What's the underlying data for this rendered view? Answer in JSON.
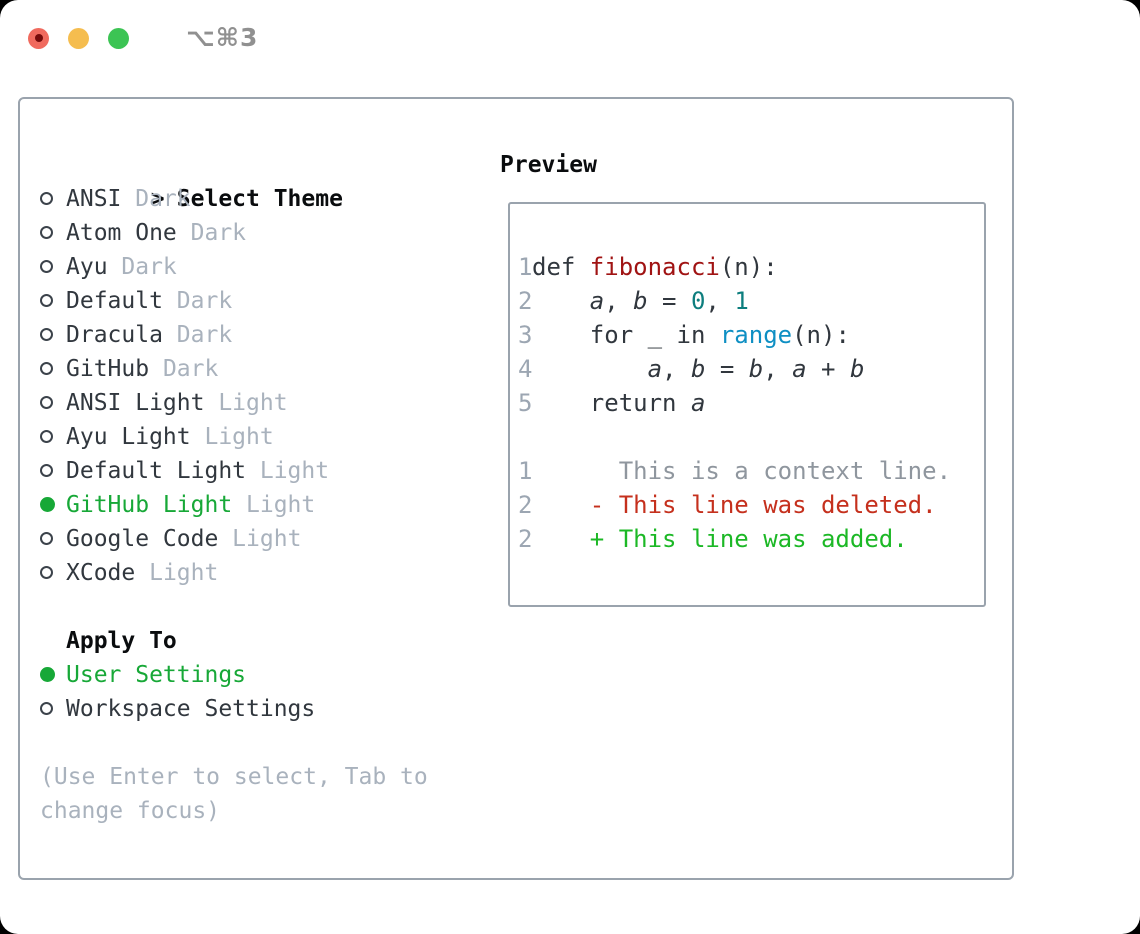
{
  "window": {
    "title": "⌥⌘3",
    "traffic_lights": [
      "close",
      "minimize",
      "zoom"
    ]
  },
  "theme_panel": {
    "prompt": ">",
    "header": "Select Theme",
    "items": [
      {
        "name": "ANSI",
        "variant": "Dark",
        "selected": false
      },
      {
        "name": "Atom One",
        "variant": "Dark",
        "selected": false
      },
      {
        "name": "Ayu",
        "variant": "Dark",
        "selected": false
      },
      {
        "name": "Default",
        "variant": "Dark",
        "selected": false
      },
      {
        "name": "Dracula",
        "variant": "Dark",
        "selected": false
      },
      {
        "name": "GitHub",
        "variant": "Dark",
        "selected": false
      },
      {
        "name": "ANSI Light",
        "variant": "Light",
        "selected": false
      },
      {
        "name": "Ayu Light",
        "variant": "Light",
        "selected": false
      },
      {
        "name": "Default Light",
        "variant": "Light",
        "selected": false
      },
      {
        "name": "GitHub Light",
        "variant": "Light",
        "selected": true
      },
      {
        "name": "Google Code",
        "variant": "Light",
        "selected": false
      },
      {
        "name": "XCode",
        "variant": "Light",
        "selected": false
      }
    ],
    "apply_to": {
      "header": "Apply To",
      "options": [
        {
          "label": "User Settings",
          "selected": true
        },
        {
          "label": "Workspace Settings",
          "selected": false
        }
      ]
    },
    "hint_line1": "(Use Enter to select, Tab to",
    "hint_line2": "change focus)"
  },
  "preview": {
    "header": "Preview",
    "lines": [
      {
        "num": "1",
        "kind": "code",
        "tokens": [
          {
            "t": "def ",
            "c": "plain"
          },
          {
            "t": "fibonacci",
            "c": "fn"
          },
          {
            "t": "(n):",
            "c": "plain"
          }
        ]
      },
      {
        "num": "2",
        "kind": "code",
        "tokens": [
          {
            "t": "    ",
            "c": "plain"
          },
          {
            "t": "a",
            "c": "var"
          },
          {
            "t": ", ",
            "c": "plain"
          },
          {
            "t": "b",
            "c": "var"
          },
          {
            "t": " = ",
            "c": "plain"
          },
          {
            "t": "0",
            "c": "num"
          },
          {
            "t": ", ",
            "c": "plain"
          },
          {
            "t": "1",
            "c": "num"
          }
        ]
      },
      {
        "num": "3",
        "kind": "code",
        "tokens": [
          {
            "t": "    for _ in ",
            "c": "plain"
          },
          {
            "t": "range",
            "c": "builtin"
          },
          {
            "t": "(n):",
            "c": "plain"
          }
        ]
      },
      {
        "num": "4",
        "kind": "code",
        "tokens": [
          {
            "t": "        ",
            "c": "plain"
          },
          {
            "t": "a",
            "c": "var"
          },
          {
            "t": ", ",
            "c": "plain"
          },
          {
            "t": "b",
            "c": "var"
          },
          {
            "t": " = ",
            "c": "plain"
          },
          {
            "t": "b",
            "c": "var"
          },
          {
            "t": ", ",
            "c": "plain"
          },
          {
            "t": "a",
            "c": "var"
          },
          {
            "t": " + ",
            "c": "plain"
          },
          {
            "t": "b",
            "c": "var"
          }
        ]
      },
      {
        "num": "5",
        "kind": "code",
        "tokens": [
          {
            "t": "    return ",
            "c": "plain"
          },
          {
            "t": "a",
            "c": "var"
          }
        ]
      },
      {
        "num": "",
        "kind": "blank",
        "tokens": []
      },
      {
        "num": "1",
        "kind": "context",
        "tokens": [
          {
            "t": "      This is a context line.",
            "c": "ctx"
          }
        ]
      },
      {
        "num": "2",
        "kind": "deleted",
        "tokens": [
          {
            "t": "    - This line was deleted.",
            "c": "del"
          }
        ]
      },
      {
        "num": "2",
        "kind": "added",
        "tokens": [
          {
            "t": "    + This line was added.",
            "c": "add"
          }
        ]
      }
    ]
  },
  "colors": {
    "accent_green": "#17a837",
    "added_green": "#1cb826",
    "deleted_red": "#c5301d",
    "function_red": "#a01313",
    "number_teal": "#0d7e7e",
    "builtin_blue": "#0e8fc3",
    "muted_gray": "#a9b2bd",
    "context_gray": "#8f969e",
    "line_number_gray": "#9ca6b2",
    "text_dark": "#31373e",
    "code_dark": "#31373e",
    "border_gray": "#9aa3ad",
    "traffic_red": "#f06a5e",
    "traffic_red_dot": "#750b0b",
    "traffic_yellow": "#f5bd4f",
    "traffic_green": "#3cc454",
    "title_gray": "#909090"
  }
}
